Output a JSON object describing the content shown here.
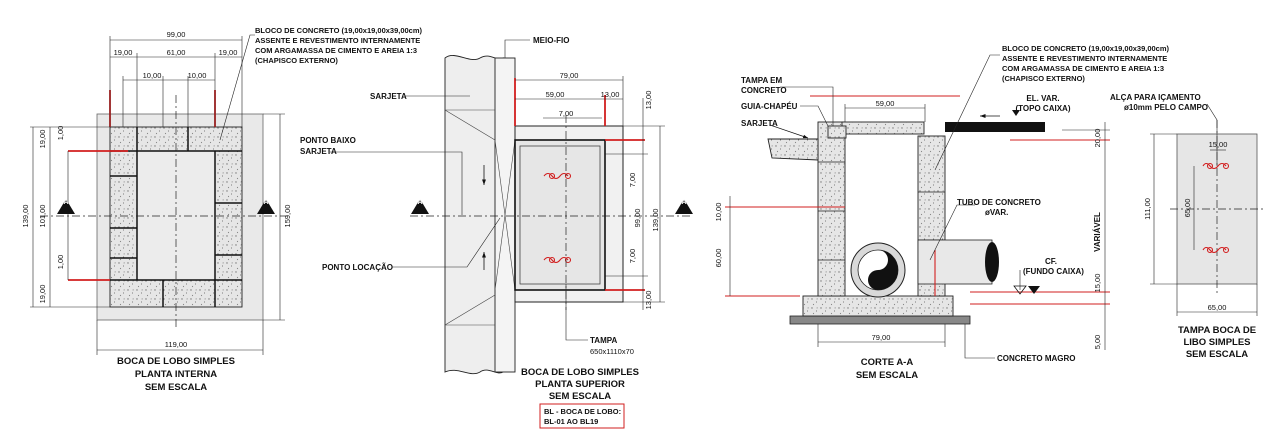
{
  "view1": {
    "dims": {
      "w99": "99,00",
      "w19a": "19,00",
      "w61": "61,00",
      "w19b": "19,00",
      "w10a": "10,00",
      "w10b": "10,00",
      "h19a": "19,00",
      "h1a": "1,00",
      "h101": "101,00",
      "h139": "139,00",
      "h1b": "1,00",
      "h19b": "19,00",
      "h159": "159,00",
      "w119": "119,00"
    },
    "section_marks": {
      "left": "A",
      "right": "A"
    },
    "note": [
      "BLOCO DE CONCRETO (19,00x19,00x39,00cm)",
      "ASSENTE E REVESTIMENTO INTERNAMENTE",
      "COM ARGAMASSA DE CIMENTO E AREIA 1:3",
      "(CHAPISCO EXTERNO)"
    ],
    "caption": [
      "BOCA DE LOBO SIMPLES",
      "PLANTA INTERNA",
      "SEM ESCALA"
    ]
  },
  "view2": {
    "labels": {
      "meio_fio": "MEIO-FIO",
      "sarjeta": "SARJETA",
      "ponto_baixo": [
        "PONTO BAIXO",
        "SARJETA"
      ],
      "ponto_locacao": "PONTO LOCAÇÃO",
      "tampa": [
        "TAMPA",
        "650x1110x70"
      ]
    },
    "dims": {
      "w79": "79,00",
      "w59": "59,00",
      "w13": "13,00",
      "w7": "7,00",
      "h13a": "13,00",
      "h7a": "7,00",
      "h99": "99,00",
      "h139": "139,00",
      "h7b": "7,00",
      "h13b": "13,00"
    },
    "section_marks": {
      "left": "A",
      "right": "A"
    },
    "caption": [
      "BOCA DE LOBO SIMPLES",
      "PLANTA SUPERIOR",
      "SEM ESCALA"
    ],
    "ref_box": [
      "BL - BOCA DE LOBO:",
      "BL-01 AO BL19"
    ]
  },
  "view3": {
    "labels": {
      "tampa": [
        "TAMPA EM",
        "CONCRETO"
      ],
      "guia": "GUIA-CHAPÉU",
      "sarjeta": "SARJETA",
      "el_var": [
        "EL. VAR.",
        "(TOPO CAIXA)"
      ],
      "tubo": [
        "TUBO DE CONCRETO",
        "øVAR."
      ],
      "cf": [
        "CF.",
        "(FUNDO CAIXA)"
      ],
      "concreto_magro": "CONCRETO MAGRO",
      "variavel": "VARIÁVEL"
    },
    "note": [
      "BLOCO DE CONCRETO (19,00x19,00x39,00cm)",
      "ASSENTE E REVESTIMENTO INTERNAMENTE",
      "COM ARGAMASSA DE CIMENTO E AREIA 1:3",
      "(CHAPISCO EXTERNO)"
    ],
    "dims": {
      "w59": "59,00",
      "w79": "79,00",
      "h10": "10,00",
      "h60": "60,00",
      "h20": "20,00",
      "h15": "15,00",
      "h5": "5,00"
    },
    "caption": [
      "CORTE A-A",
      "SEM ESCALA"
    ]
  },
  "view4": {
    "labels": {
      "alca": [
        "ALÇA PARA IÇAMENTO",
        "ø10mm PELO CAMPO"
      ]
    },
    "dims": {
      "w15": "15,00",
      "h65": "65,00",
      "h111": "111,00",
      "w65": "65,00"
    },
    "caption": [
      "TAMPA BOCA DE",
      "LIBO SIMPLES",
      "SEM ESCALA"
    ]
  }
}
